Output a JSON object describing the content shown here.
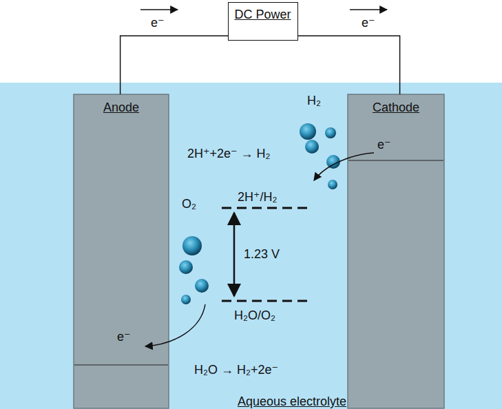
{
  "diagram": {
    "nodes": [
      {
        "text": [
          "DC Power"
        ]
      },
      {
        "text": [
          "Aqueous electrolyte"
        ]
      },
      {
        "text": [
          "Anode"
        ],
        "in": 1
      },
      {
        "text": [
          "Cathode"
        ],
        "in": 1
      }
    ],
    "edges": [
      {
        "from": 2,
        "to": 0,
        "arrow": "none",
        "label": "e⁻"
      },
      {
        "from": 0,
        "to": 3,
        "arrow": "none",
        "label": "e⁻"
      }
    ],
    "labels": [
      "H₂",
      "2H⁺+2e⁻ → H₂",
      "e⁻",
      "2H⁺/H₂",
      "1.23 V",
      "O₂",
      "H₂O/O₂",
      "e⁻",
      "H₂O → H₂+2e⁻"
    ]
  }
}
